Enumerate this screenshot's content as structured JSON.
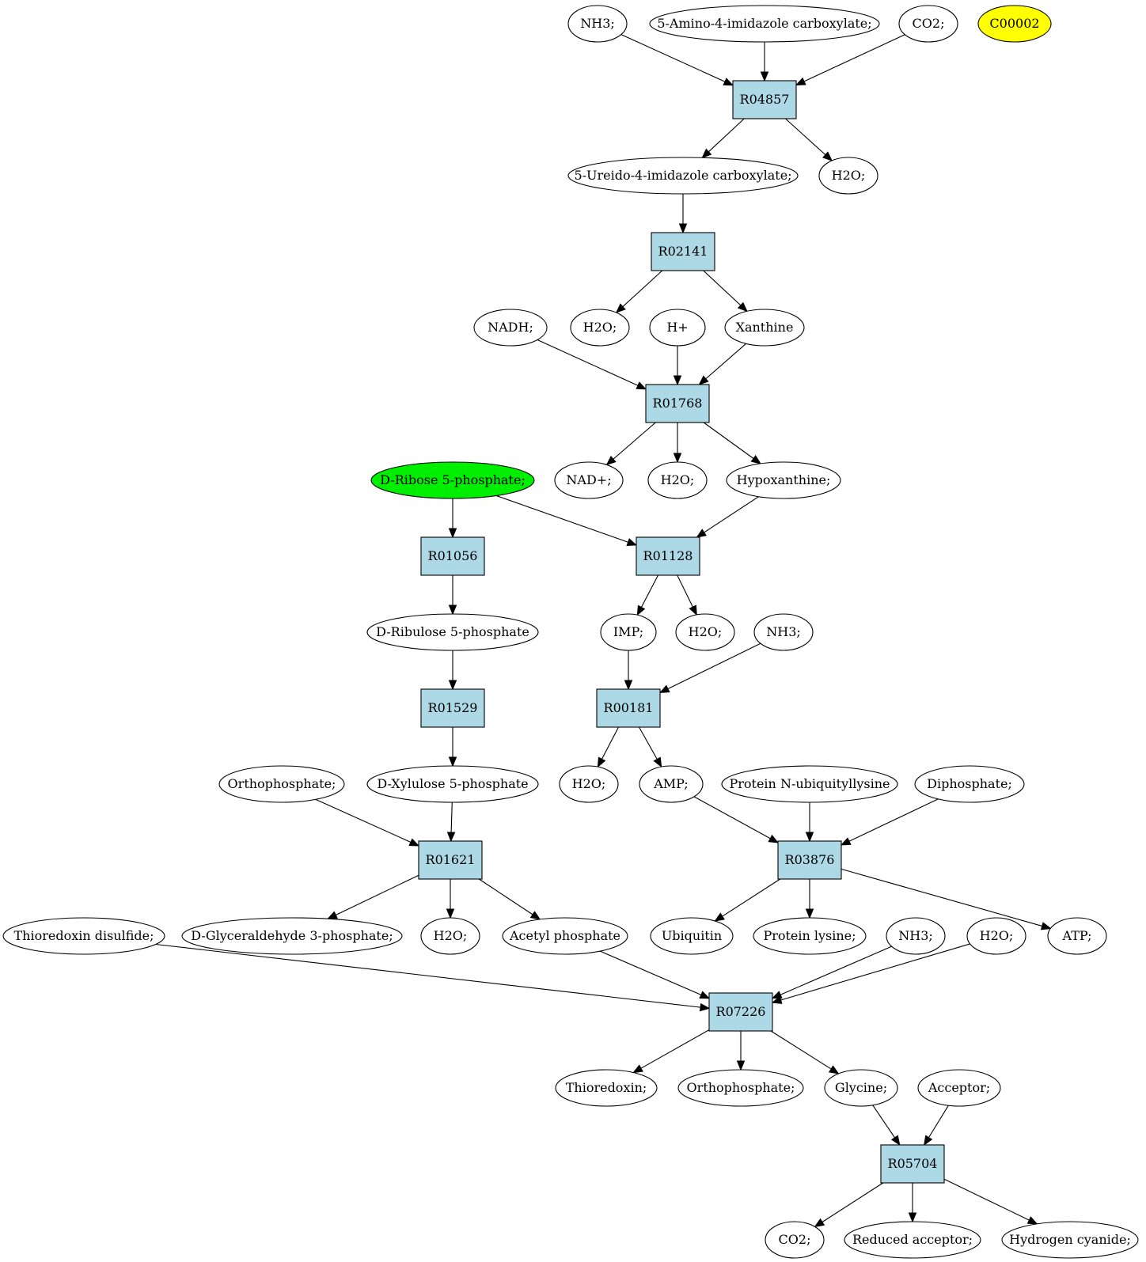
{
  "colors": {
    "reaction_fill": "#add8e6",
    "compound_fill": "#ffffff",
    "start_fill": "#00ee00",
    "target_fill": "#ffff00",
    "stroke": "#000000"
  },
  "nodes": [
    {
      "id": "c_nh3_1",
      "label": "NH3;",
      "kind": "compound"
    },
    {
      "id": "c_aicarb",
      "label": "5-Amino-4-imidazole carboxylate;",
      "kind": "compound"
    },
    {
      "id": "c_co2_1",
      "label": "CO2;",
      "kind": "compound"
    },
    {
      "id": "c_c00002",
      "label": "C00002",
      "kind": "target"
    },
    {
      "id": "r_R04857",
      "label": "R04857",
      "kind": "reaction"
    },
    {
      "id": "c_ureido",
      "label": "5-Ureido-4-imidazole carboxylate;",
      "kind": "compound"
    },
    {
      "id": "c_h2o_1",
      "label": "H2O;",
      "kind": "compound"
    },
    {
      "id": "r_R02141",
      "label": "R02141",
      "kind": "reaction"
    },
    {
      "id": "c_nadh",
      "label": "NADH;",
      "kind": "compound"
    },
    {
      "id": "c_h2o_2",
      "label": "H2O;",
      "kind": "compound"
    },
    {
      "id": "c_hplus",
      "label": "H+",
      "kind": "compound"
    },
    {
      "id": "c_xanthine",
      "label": "Xanthine",
      "kind": "compound"
    },
    {
      "id": "r_R01768",
      "label": "R01768",
      "kind": "reaction"
    },
    {
      "id": "c_ribose5p",
      "label": "D-Ribose 5-phosphate;",
      "kind": "start"
    },
    {
      "id": "c_nadplus",
      "label": "NAD+;",
      "kind": "compound"
    },
    {
      "id": "c_h2o_3",
      "label": "H2O;",
      "kind": "compound"
    },
    {
      "id": "c_hypox",
      "label": "Hypoxanthine;",
      "kind": "compound"
    },
    {
      "id": "r_R01056",
      "label": "R01056",
      "kind": "reaction"
    },
    {
      "id": "r_R01128",
      "label": "R01128",
      "kind": "reaction"
    },
    {
      "id": "c_ribulose5p",
      "label": "D-Ribulose 5-phosphate",
      "kind": "compound"
    },
    {
      "id": "c_imp",
      "label": "IMP;",
      "kind": "compound"
    },
    {
      "id": "c_h2o_4",
      "label": "H2O;",
      "kind": "compound"
    },
    {
      "id": "c_nh3_2",
      "label": "NH3;",
      "kind": "compound"
    },
    {
      "id": "r_R01529",
      "label": "R01529",
      "kind": "reaction"
    },
    {
      "id": "r_R00181",
      "label": "R00181",
      "kind": "reaction"
    },
    {
      "id": "c_orthophos_1",
      "label": "Orthophosphate;",
      "kind": "compound"
    },
    {
      "id": "c_xylulose5p",
      "label": "D-Xylulose 5-phosphate",
      "kind": "compound"
    },
    {
      "id": "c_h2o_5",
      "label": "H2O;",
      "kind": "compound"
    },
    {
      "id": "c_amp",
      "label": "AMP;",
      "kind": "compound"
    },
    {
      "id": "c_protubiq",
      "label": "Protein N-ubiquityllysine",
      "kind": "compound"
    },
    {
      "id": "c_diphos",
      "label": "Diphosphate;",
      "kind": "compound"
    },
    {
      "id": "r_R01621",
      "label": "R01621",
      "kind": "reaction"
    },
    {
      "id": "r_R03876",
      "label": "R03876",
      "kind": "reaction"
    },
    {
      "id": "c_thiodisulf",
      "label": "Thioredoxin disulfide;",
      "kind": "compound"
    },
    {
      "id": "c_g3p",
      "label": "D-Glyceraldehyde 3-phosphate;",
      "kind": "compound"
    },
    {
      "id": "c_h2o_6",
      "label": "H2O;",
      "kind": "compound"
    },
    {
      "id": "c_acetylp",
      "label": "Acetyl phosphate",
      "kind": "compound"
    },
    {
      "id": "c_ubiquitin",
      "label": "Ubiquitin",
      "kind": "compound"
    },
    {
      "id": "c_protlys",
      "label": "Protein lysine;",
      "kind": "compound"
    },
    {
      "id": "c_nh3_3",
      "label": "NH3;",
      "kind": "compound"
    },
    {
      "id": "c_h2o_7",
      "label": "H2O;",
      "kind": "compound"
    },
    {
      "id": "c_atp",
      "label": "ATP;",
      "kind": "compound"
    },
    {
      "id": "r_R07226",
      "label": "R07226",
      "kind": "reaction"
    },
    {
      "id": "c_thioredoxin",
      "label": "Thioredoxin;",
      "kind": "compound"
    },
    {
      "id": "c_orthophos_2",
      "label": "Orthophosphate;",
      "kind": "compound"
    },
    {
      "id": "c_glycine",
      "label": "Glycine;",
      "kind": "compound"
    },
    {
      "id": "c_acceptor",
      "label": "Acceptor;",
      "kind": "compound"
    },
    {
      "id": "r_R05704",
      "label": "R05704",
      "kind": "reaction"
    },
    {
      "id": "c_co2_2",
      "label": "CO2;",
      "kind": "compound"
    },
    {
      "id": "c_redacc",
      "label": "Reduced acceptor;",
      "kind": "compound"
    },
    {
      "id": "c_hcn",
      "label": "Hydrogen cyanide;",
      "kind": "compound"
    }
  ],
  "edges": [
    [
      "c_nh3_1",
      "r_R04857"
    ],
    [
      "c_aicarb",
      "r_R04857"
    ],
    [
      "c_co2_1",
      "r_R04857"
    ],
    [
      "r_R04857",
      "c_ureido"
    ],
    [
      "r_R04857",
      "c_h2o_1"
    ],
    [
      "c_ureido",
      "r_R02141"
    ],
    [
      "r_R02141",
      "c_h2o_2"
    ],
    [
      "r_R02141",
      "c_xanthine"
    ],
    [
      "c_nadh",
      "r_R01768"
    ],
    [
      "c_hplus",
      "r_R01768"
    ],
    [
      "c_xanthine",
      "r_R01768"
    ],
    [
      "r_R01768",
      "c_nadplus"
    ],
    [
      "r_R01768",
      "c_h2o_3"
    ],
    [
      "r_R01768",
      "c_hypox"
    ],
    [
      "c_ribose5p",
      "r_R01056"
    ],
    [
      "c_ribose5p",
      "r_R01128"
    ],
    [
      "c_hypox",
      "r_R01128"
    ],
    [
      "r_R01056",
      "c_ribulose5p"
    ],
    [
      "r_R01128",
      "c_imp"
    ],
    [
      "r_R01128",
      "c_h2o_4"
    ],
    [
      "c_ribulose5p",
      "r_R01529"
    ],
    [
      "c_imp",
      "r_R00181"
    ],
    [
      "c_nh3_2",
      "r_R00181"
    ],
    [
      "r_R01529",
      "c_xylulose5p"
    ],
    [
      "r_R00181",
      "c_h2o_5"
    ],
    [
      "r_R00181",
      "c_amp"
    ],
    [
      "c_orthophos_1",
      "r_R01621"
    ],
    [
      "c_xylulose5p",
      "r_R01621"
    ],
    [
      "c_amp",
      "r_R03876"
    ],
    [
      "c_protubiq",
      "r_R03876"
    ],
    [
      "c_diphos",
      "r_R03876"
    ],
    [
      "r_R01621",
      "c_g3p"
    ],
    [
      "r_R01621",
      "c_h2o_6"
    ],
    [
      "r_R01621",
      "c_acetylp"
    ],
    [
      "r_R03876",
      "c_ubiquitin"
    ],
    [
      "r_R03876",
      "c_protlys"
    ],
    [
      "r_R03876",
      "c_atp"
    ],
    [
      "c_thiodisulf",
      "r_R07226"
    ],
    [
      "c_acetylp",
      "r_R07226"
    ],
    [
      "c_nh3_3",
      "r_R07226"
    ],
    [
      "c_h2o_7",
      "r_R07226"
    ],
    [
      "r_R07226",
      "c_thioredoxin"
    ],
    [
      "r_R07226",
      "c_orthophos_2"
    ],
    [
      "r_R07226",
      "c_glycine"
    ],
    [
      "c_glycine",
      "r_R05704"
    ],
    [
      "c_acceptor",
      "r_R05704"
    ],
    [
      "r_R05704",
      "c_co2_2"
    ],
    [
      "r_R05704",
      "c_redacc"
    ],
    [
      "r_R05704",
      "c_hcn"
    ]
  ]
}
